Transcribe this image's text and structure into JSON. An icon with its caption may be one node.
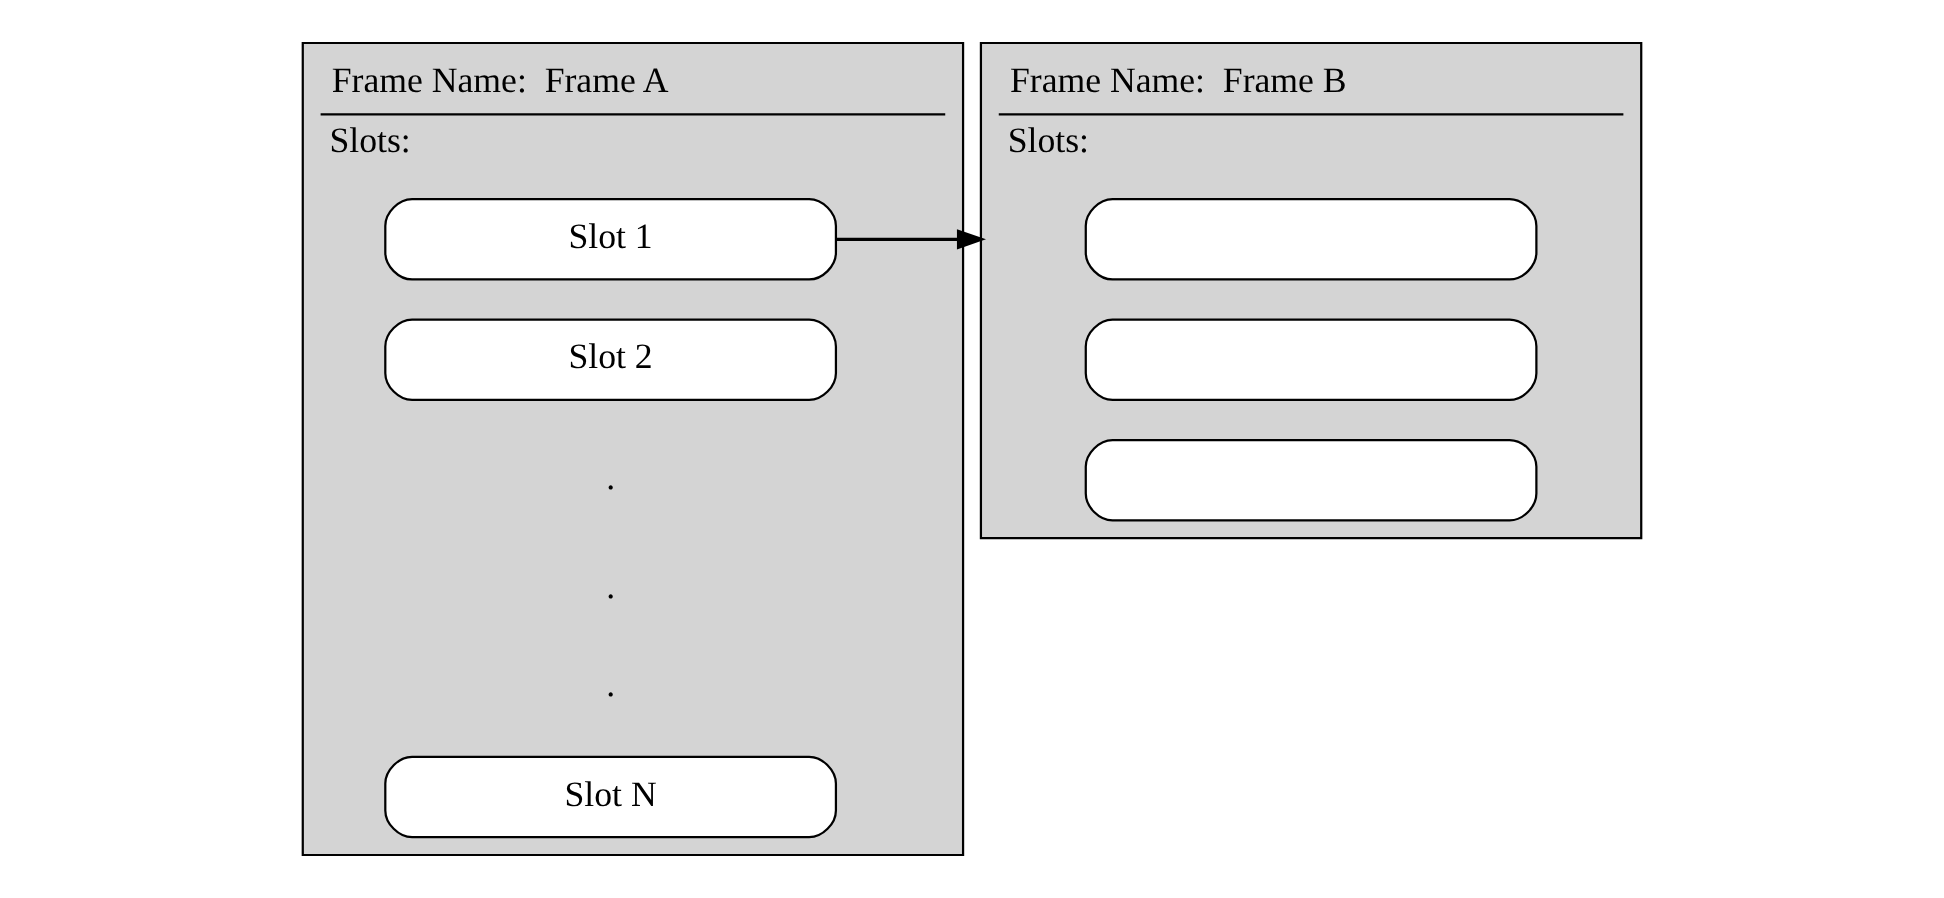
{
  "diagram": {
    "nodes": [
      {
        "text": [
          "Frame Name:  Frame A",
          "Slots:"
        ]
      },
      {
        "text": [
          "Slot 1"
        ],
        "in": 0
      },
      {
        "text": [
          "Slot 2"
        ],
        "in": 0
      },
      {
        "text": [
          "Slot N"
        ],
        "in": 0
      },
      {
        "text": [
          "Frame Name:  Frame B",
          "Slots:"
        ]
      },
      {
        "text": [],
        "shape": "box",
        "in": 4
      },
      {
        "text": [],
        "shape": "box",
        "in": 4
      },
      {
        "text": [],
        "shape": "box",
        "in": 4
      }
    ],
    "edges": [
      {
        "from": 1,
        "to": 4,
        "arrow": "to"
      }
    ],
    "labels": [
      ".",
      ".",
      "."
    ]
  }
}
